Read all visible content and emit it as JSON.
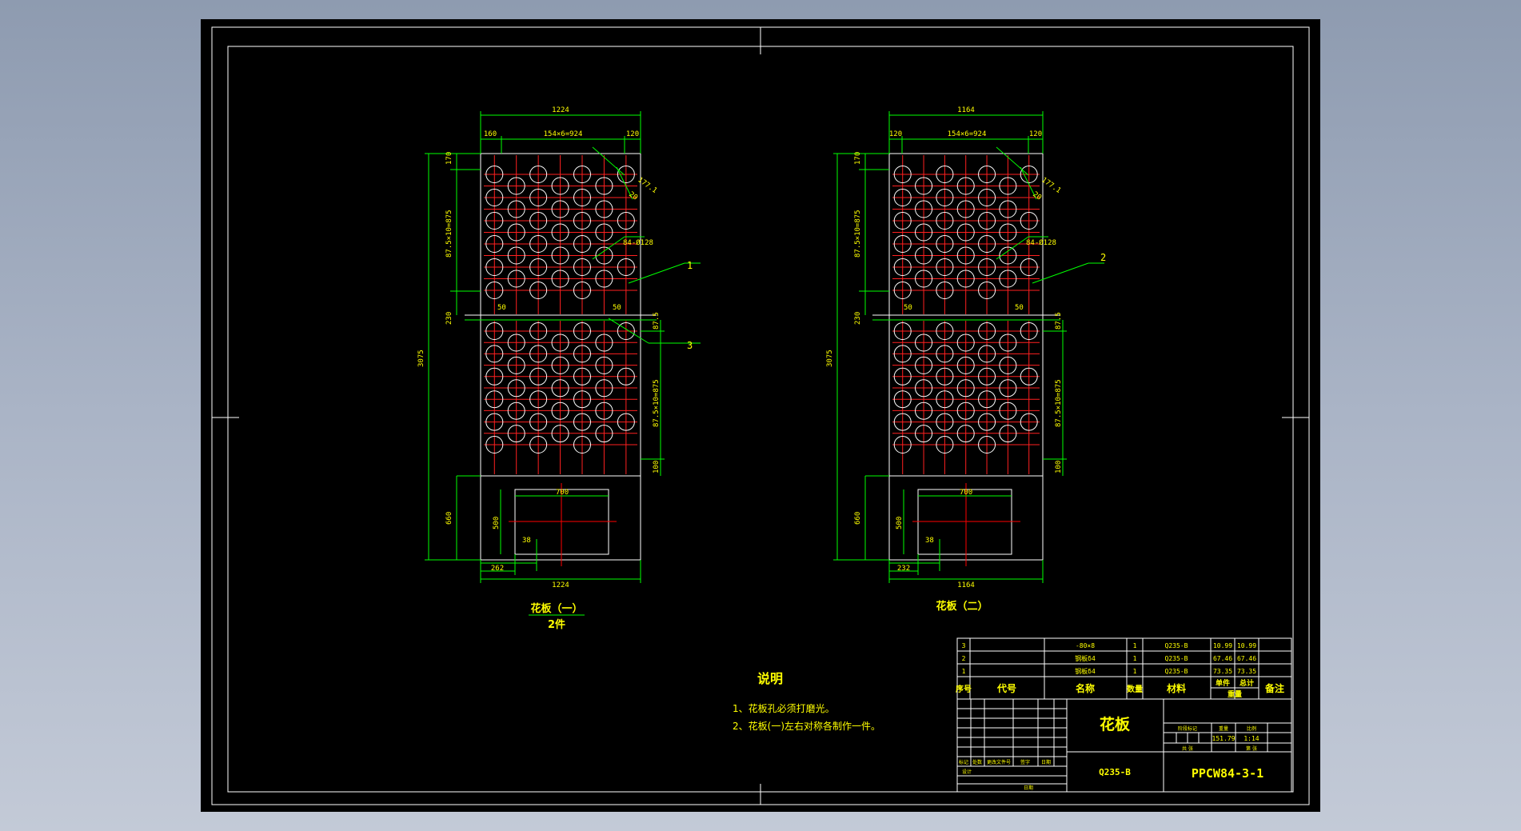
{
  "colors": {
    "background": "#000000",
    "border": "#ffffff",
    "dimension": "#00ff00",
    "text": "#ffff00",
    "holes": "#ffffff",
    "grid": "#ff2020",
    "center": "#ff0000",
    "viewport_bg": "#9aa6b8"
  },
  "plate1": {
    "dim_top": "1224",
    "dim_left_margin": "160",
    "dim_pitch": "154×6=924",
    "dim_right_margin": "120",
    "dim_top_row": "170",
    "dim_rows_upper": "87.5×10=875",
    "dim_mid_gap": "87.5",
    "dim_mid_height": "230",
    "dim_notch_left": "50",
    "dim_notch_right": "50",
    "dim_rows_lower": "87.5×10=875",
    "dim_bottom_row": "100",
    "dim_total_height": "3075",
    "dim_base_height": "660",
    "dim_rect_width": "700",
    "dim_rect_height": "500",
    "dim_rect_offset": "38",
    "dim_base_left": "262",
    "dim_bottom": "1224",
    "dim_diag_1": "177.1",
    "dim_diag_2": "20",
    "hole_label": "84-Ø128",
    "callout_1": "1",
    "callout_3": "3",
    "title": "花板（一）",
    "qty": "2件"
  },
  "plate2": {
    "dim_top": "1164",
    "dim_left_margin": "120",
    "dim_pitch": "154×6=924",
    "dim_right_margin": "120",
    "dim_top_row": "170",
    "dim_rows_upper": "87.5×10=875",
    "dim_mid_gap": "87.5",
    "dim_mid_height": "230",
    "dim_notch_left": "50",
    "dim_notch_right": "50",
    "dim_rows_lower": "87.5×10=875",
    "dim_bottom_row": "100",
    "dim_total_height": "3075",
    "dim_base_height": "660",
    "dim_rect_width": "700",
    "dim_rect_height": "500",
    "dim_rect_offset": "38",
    "dim_base_left": "232",
    "dim_bottom": "1164",
    "dim_diag_1": "177.1",
    "dim_diag_2": "20",
    "hole_label": "84-Ø128",
    "callout_2": "2",
    "title": "花板（二）"
  },
  "notes": {
    "heading": "说明",
    "line1": "1、花板孔必须打磨光。",
    "line2": "2、花板(一)左右对称各制作一件。"
  },
  "parts_list": {
    "rows": [
      {
        "no": "3",
        "code": "",
        "name": "-80×8",
        "qty": "1",
        "material": "Q235-B",
        "unit": "10.99",
        "total": "10.99",
        "remark": ""
      },
      {
        "no": "2",
        "code": "",
        "name": "钢板δ4",
        "qty": "1",
        "material": "Q235-B",
        "unit": "67.46",
        "total": "67.46",
        "remark": ""
      },
      {
        "no": "1",
        "code": "",
        "name": "钢板δ4",
        "qty": "1",
        "material": "Q235-B",
        "unit": "73.35",
        "total": "73.35",
        "remark": ""
      }
    ],
    "header": {
      "no": "序号",
      "code": "代号",
      "name": "名称",
      "qty": "数量",
      "material": "材料",
      "unit": "单件",
      "total": "总计",
      "weight": "重量",
      "remark": "备注"
    }
  },
  "title_block": {
    "drawing_name": "花板",
    "material": "Q235-B",
    "drawing_no": "PPCW84-3-1",
    "weight": "151.79",
    "scale": "1:14",
    "col_stage": "阶段标记",
    "col_weight": "重量",
    "col_scale": "比例",
    "col_sheets": "共  张",
    "col_sheet": "第  张",
    "rev_mark": "标记",
    "rev_count": "处数",
    "rev_doc": "更改文件号",
    "rev_sign": "签字",
    "rev_date": "日期",
    "design": "设计",
    "date": "日期"
  }
}
